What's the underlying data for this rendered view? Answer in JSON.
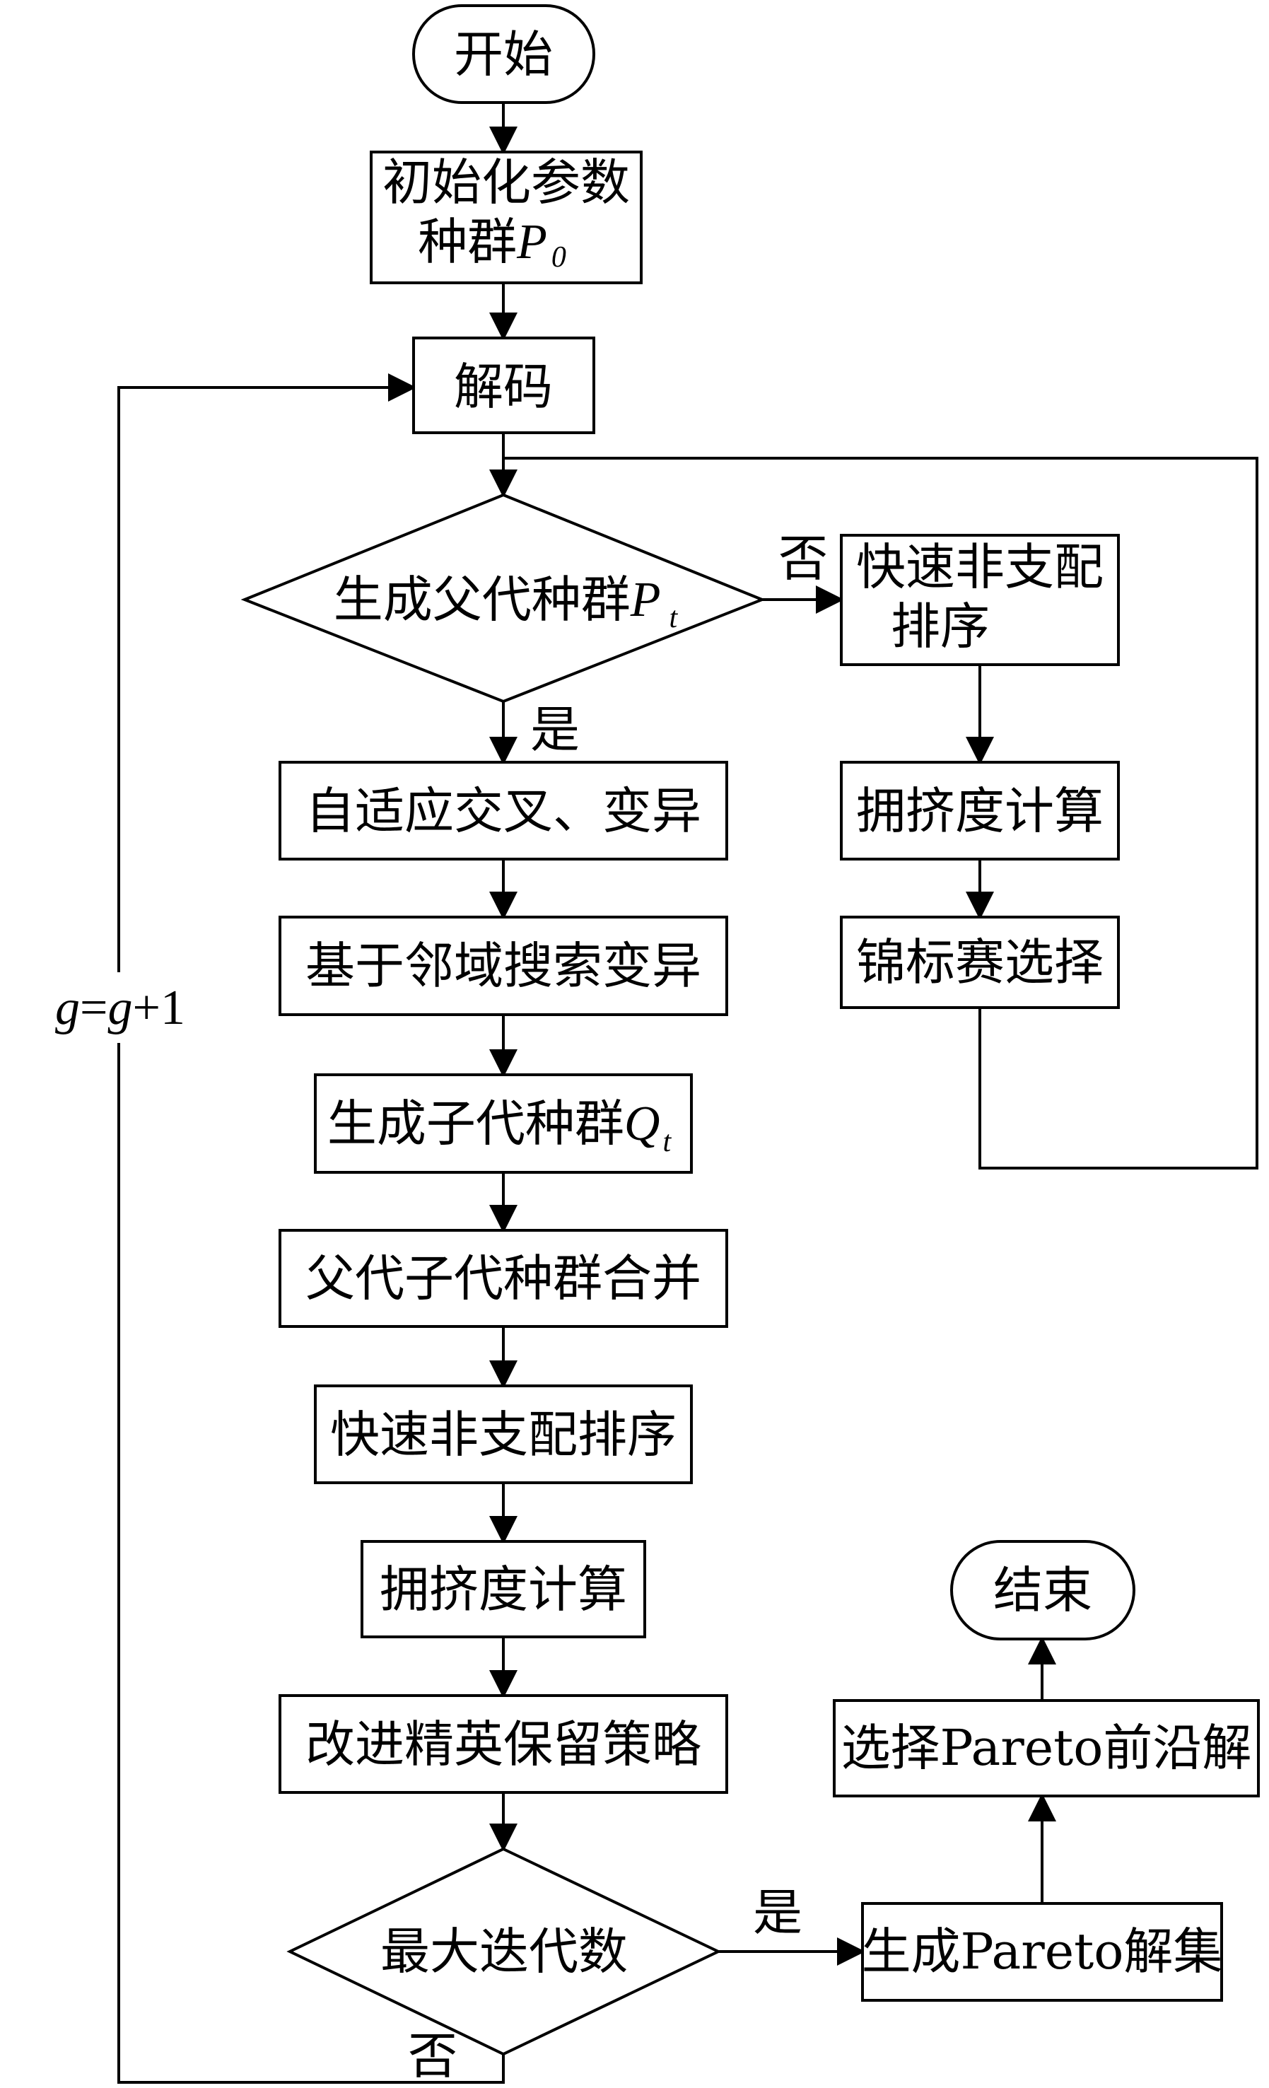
{
  "nodes": {
    "start": "开始",
    "init_line1": "初始化参数",
    "init_line2_text": "种群",
    "init_line2_var": "P",
    "init_line2_sub": "0",
    "decode": "解码",
    "gen_parent_text": "生成父代种群",
    "gen_parent_var": "P",
    "gen_parent_sub": "t",
    "adaptive": "自适应交叉、变异",
    "neighbor": "基于邻域搜索变异",
    "gen_child_text": "生成子代种群",
    "gen_child_var": "Q",
    "gen_child_sub": "t",
    "merge": "父代子代种群合并",
    "fast_sort": "快速非支配排序",
    "crowd": "拥挤度计算",
    "elite": "改进精英保留策略",
    "max_iter": "最大迭代数",
    "right_sort_line1": "快速非支配",
    "right_sort_line2": "排序",
    "right_crowd": "拥挤度计算",
    "tournament": "锦标赛选择",
    "pareto_set": "生成Pareto解集",
    "pareto_front": "选择Pareto前沿解",
    "end": "结束"
  },
  "edge_labels": {
    "no_top": "否",
    "yes_top": "是",
    "yes_bottom": "是",
    "no_bottom": "否"
  },
  "loop_label": {
    "var_a": "g",
    "eq": "=",
    "var_b": "g",
    "plus_one": "+1"
  }
}
